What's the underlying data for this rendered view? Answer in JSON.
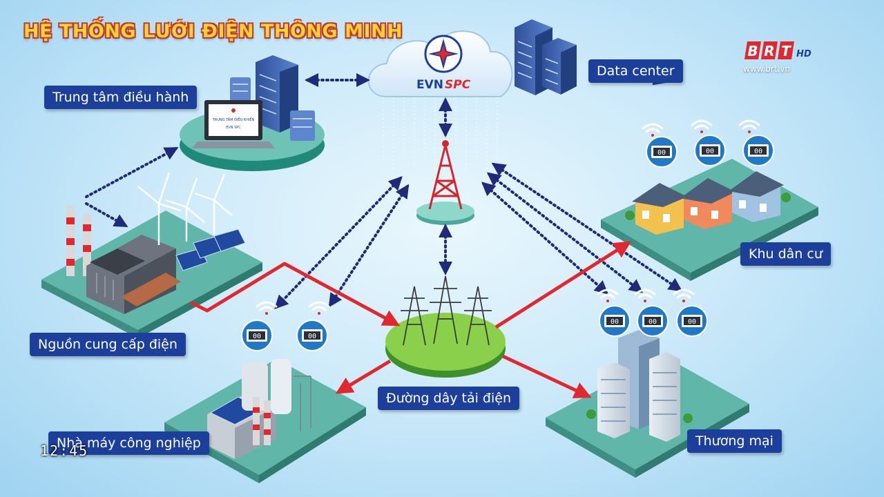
{
  "title": "HỆ THỐNG LƯỚI ĐIỆN THÔNG MINH",
  "cloud": {
    "brand": "EVNSPC",
    "brand_part1": "EVN",
    "brand_part2": "SPC"
  },
  "labels": {
    "data_center": "Data center",
    "control_center": "Trung tâm điều hành",
    "residential": "Khu dân cư",
    "power_supply": "Nguồn cung cấp điện",
    "transmission": "Đường dây tải điện",
    "industrial": "Nhà máy công nghiệp",
    "commercial": "Thương mại"
  },
  "laptop_screen": [
    "TRUNG TÂM ĐIỀU KHIỂN",
    "EVN SPC"
  ],
  "meter_readout": "00",
  "channel": {
    "logo": "BRT",
    "hd": "HD",
    "url": "www.brt.vn"
  },
  "clock": "12:45",
  "colors": {
    "label_bg": "#1d3f9c",
    "title_fill": "#ffd23a",
    "title_outline": "#c0392b",
    "power_flow": "#e0282e",
    "data_flow": "#1f2a7a",
    "platform": "#6fc3b6",
    "grass": "#8bd04a"
  }
}
